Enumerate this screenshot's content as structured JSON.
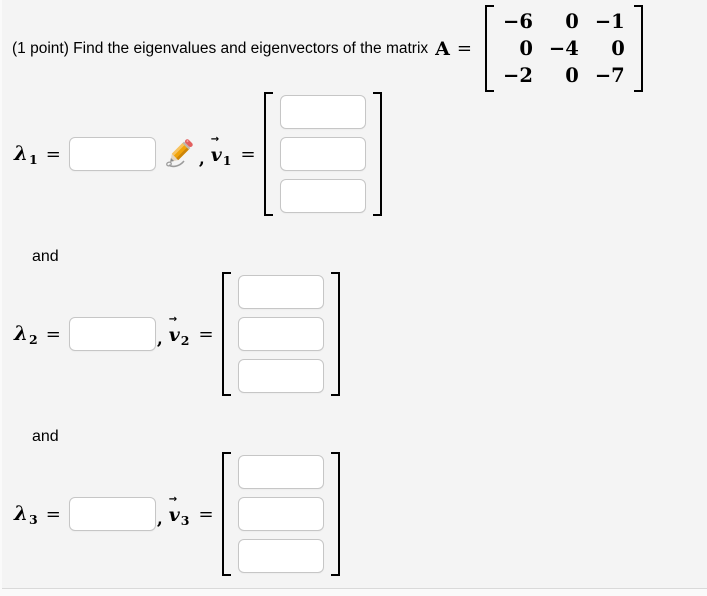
{
  "problem": {
    "intro": "(1 point) Find the eigenvalues and eigenvectors of the matrix",
    "matrix_var": "A",
    "equals": "=",
    "matrix_rows": [
      [
        "−6",
        "0",
        "−1"
      ],
      [
        "0",
        "−4",
        "0"
      ],
      [
        "−2",
        "0",
        "−7"
      ]
    ]
  },
  "connector": "and",
  "math": {
    "lambda": "λ",
    "vector_letter": "v",
    "arrow": "→",
    "equals": "=",
    "comma": ","
  },
  "answers": [
    {
      "lambda_sub": "1",
      "lambda_value": "",
      "vector_sub": "1",
      "vector_values": [
        "",
        "",
        ""
      ]
    },
    {
      "lambda_sub": "2",
      "lambda_value": "",
      "vector_sub": "2",
      "vector_values": [
        "",
        "",
        ""
      ]
    },
    {
      "lambda_sub": "3",
      "lambda_value": "",
      "vector_sub": "3",
      "vector_values": [
        "",
        "",
        ""
      ]
    }
  ],
  "icons": {
    "pencil": "pencil-icon"
  },
  "colors": {
    "page_bg": "#fafafa",
    "panel_bg": "#f4f4f4",
    "input_border": "#c6c6c6",
    "bracket": "#000000",
    "pencil_body": "#f0a30a",
    "pencil_eraser": "#e25f5f"
  }
}
